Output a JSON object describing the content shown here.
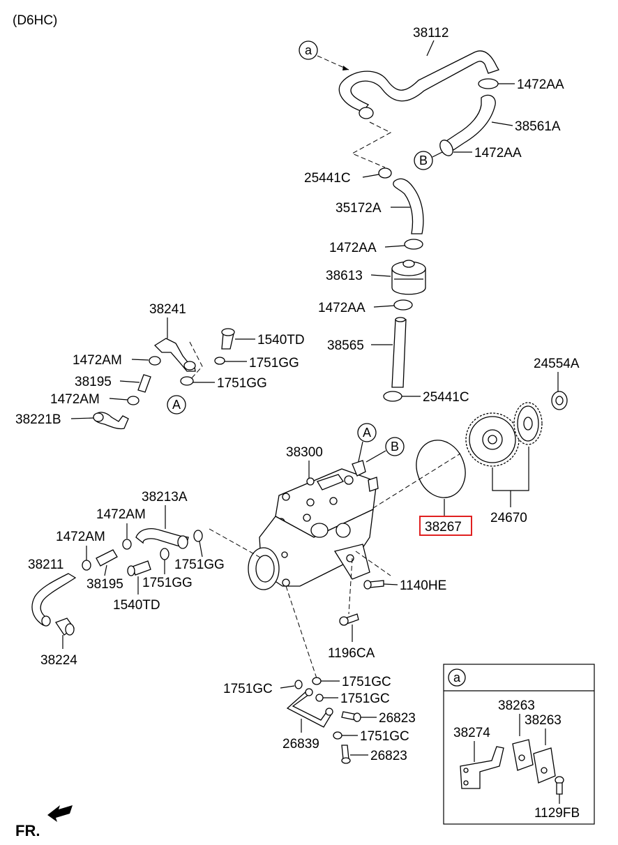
{
  "header": {
    "engine": "(D6HC)"
  },
  "footer": {
    "fr": "FR."
  },
  "callouts": {
    "a_top": "a",
    "B_clamp": "B",
    "A_hose": "A",
    "A_comp": "A",
    "B_comp": "B",
    "a_inset": "a"
  },
  "labels": {
    "p38112": "38112",
    "p1472AA_1": "1472AA",
    "p38561A": "38561A",
    "p1472AA_2": "1472AA",
    "p25441C_1": "25441C",
    "p35172A": "35172A",
    "p1472AA_3": "1472AA",
    "p38613": "38613",
    "p1472AA_4": "1472AA",
    "p38565": "38565",
    "p25441C_2": "25441C",
    "p38241": "38241",
    "p1540TD_1": "1540TD",
    "p1472AM_1": "1472AM",
    "p1751GG_1": "1751GG",
    "p38195_1": "38195",
    "p1751GG_2": "1751GG",
    "p1472AM_2": "1472AM",
    "p38221B": "38221B",
    "p24554A": "24554A",
    "p38300": "38300",
    "p38267": "38267",
    "p24670": "24670",
    "p38213A": "38213A",
    "p1472AM_3": "1472AM",
    "p1472AM_4": "1472AM",
    "p38211": "38211",
    "p1751GG_3": "1751GG",
    "p38195_2": "38195",
    "p1751GG_4": "1751GG",
    "p1540TD_2": "1540TD",
    "p1140HE": "1140HE",
    "p38224": "38224",
    "p1196CA": "1196CA",
    "p1751GC_1": "1751GC",
    "p1751GC_2": "1751GC",
    "p1751GC_3": "1751GC",
    "p26823_1": "26823",
    "p26839": "26839",
    "p1751GC_4": "1751GC",
    "p26823_2": "26823",
    "p38263_1": "38263",
    "p38263_2": "38263",
    "p38274": "38274",
    "p1129FB": "1129FB"
  },
  "highlight": {
    "part": "38267",
    "color": "#e02020"
  }
}
